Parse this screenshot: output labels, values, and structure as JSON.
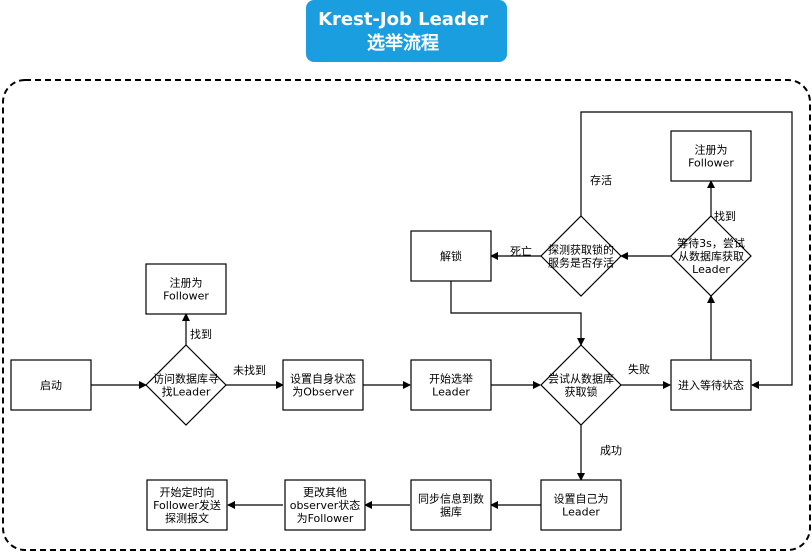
{
  "title": {
    "line1": "Krest-Job Leader",
    "line2": "选举流程",
    "fill_color": "#1a9ee0",
    "stroke_color": "#156a9e",
    "text_color": "#ffffff"
  },
  "nodes": {
    "start": [
      "启动"
    ],
    "visit_db": [
      "访问数据库寻",
      "找Leader"
    ],
    "register_follower_left": [
      "注册为",
      "Follower"
    ],
    "set_observer": [
      "设置自身状态",
      "为Observer"
    ],
    "start_election": [
      "开始选举",
      "Leader"
    ],
    "try_acquire_lock": [
      "尝试从数据库",
      "获取锁"
    ],
    "wait_state": [
      "进入等待状态"
    ],
    "wait_retry": [
      "等待3s，尝试",
      "从数据库获取",
      "Leader"
    ],
    "register_follower_right": [
      "注册为",
      "Follower"
    ],
    "probe_alive": [
      "探测获取锁的",
      "服务是否存活"
    ],
    "unlock": [
      "解锁"
    ],
    "set_leader": [
      "设置自己为",
      "Leader"
    ],
    "sync_info": [
      "同步信息到数",
      "据库"
    ],
    "change_observers": [
      "更改其他",
      "observer状态",
      "为Follower"
    ],
    "send_probe": [
      "开始定时向",
      "Follower发送",
      "探测报文"
    ]
  },
  "edge_labels": {
    "found_left": "找到",
    "not_found": "未找到",
    "fail": "失败",
    "success": "成功",
    "found_right": "找到",
    "alive": "存活",
    "dead": "死亡"
  }
}
